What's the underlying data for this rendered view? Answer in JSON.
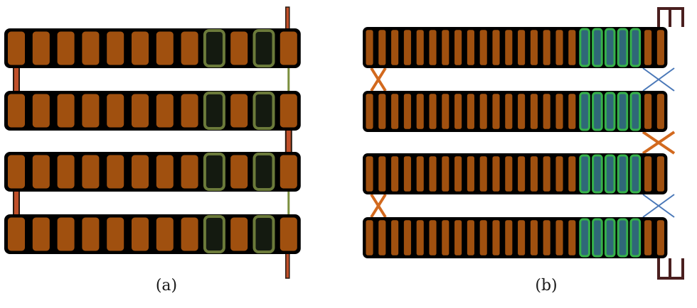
{
  "panels": [
    {
      "id": "a",
      "caption": "(a)",
      "rows": 4,
      "columns": 12,
      "highlighted_columns": [
        9,
        11
      ],
      "row_links": [
        {
          "between": [
            1,
            2
          ],
          "column": 0,
          "style": "brown"
        },
        {
          "between": [
            1,
            2
          ],
          "column": 11,
          "style": "green"
        },
        {
          "between": [
            2,
            3
          ],
          "column": 11,
          "style": "brown"
        },
        {
          "between": [
            3,
            4
          ],
          "column": 0,
          "style": "brown"
        },
        {
          "between": [
            3,
            4
          ],
          "column": 11,
          "style": "green"
        }
      ],
      "external_leads": [
        "top",
        "bottom"
      ]
    },
    {
      "id": "b",
      "caption": "(b)",
      "rows": 4,
      "columns": 24,
      "highlighted_columns": [
        18,
        19,
        20,
        21,
        22
      ],
      "row_crossings": [
        {
          "between": [
            1,
            2
          ],
          "side": "left",
          "color": "orange"
        },
        {
          "between": [
            1,
            2
          ],
          "side": "right",
          "color": "blue"
        },
        {
          "between": [
            2,
            3
          ],
          "side": "right",
          "color": "orange"
        },
        {
          "between": [
            3,
            4
          ],
          "side": "left",
          "color": "orange"
        },
        {
          "between": [
            3,
            4
          ],
          "side": "right",
          "color": "blue"
        }
      ],
      "external_loops": [
        "top",
        "bottom"
      ]
    }
  ],
  "colors": {
    "cell_fill": "#a0500f",
    "cell_stroke": "#000000",
    "row_stroke": "#000000",
    "highlight_a_stroke": "#6b7a3a",
    "highlight_a_fill": "#141a10",
    "highlight_b_stroke": "#36b24a",
    "highlight_b_fill": "#2f6878",
    "link_brown": "#c0502a",
    "link_green": "#7b8f3e",
    "cross_orange": "#d2691e",
    "cross_blue": "#4a78b8",
    "loop_stroke": "#4a1f1f"
  }
}
